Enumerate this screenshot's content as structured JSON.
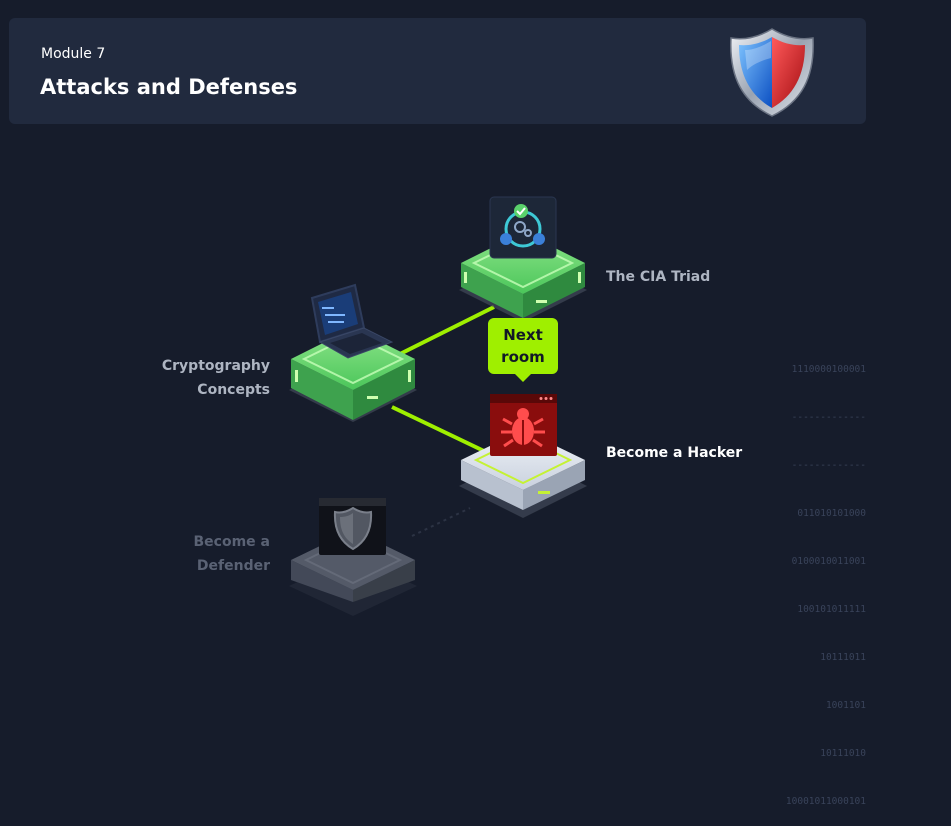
{
  "header": {
    "module_label": "Module 7",
    "title": "Attacks and Defenses",
    "logo_icon": "shield-icon"
  },
  "rooms": [
    {
      "id": "cia-triad",
      "label": "The CIA Triad",
      "status": "completed",
      "icon": "cia-triad-icon"
    },
    {
      "id": "cryptography",
      "label_lines": [
        "Cryptography",
        "Concepts"
      ],
      "status": "completed",
      "icon": "laptop-icon"
    },
    {
      "id": "hacker",
      "label": "Become a Hacker",
      "status": "next",
      "icon": "bug-icon"
    },
    {
      "id": "defender",
      "label_lines": [
        "Become a",
        "Defender"
      ],
      "status": "locked",
      "icon": "defender-shield-icon"
    }
  ],
  "next_tooltip": {
    "line1": "Next",
    "line2": "room"
  },
  "binary_lines": [
    "1110000100001",
    "-------------",
    "-------------",
    "011010101000",
    "0100010011001",
    "100101011111",
    "10111011",
    "1001101",
    "10111010",
    "10001011000101"
  ],
  "colors": {
    "background": "#161c2b",
    "header": "#212a3e",
    "accent_green": "#9fef00",
    "completed_platform": "#5fcf6a",
    "next_platform": "#dfe5ef",
    "locked_platform": "#5b6170"
  }
}
